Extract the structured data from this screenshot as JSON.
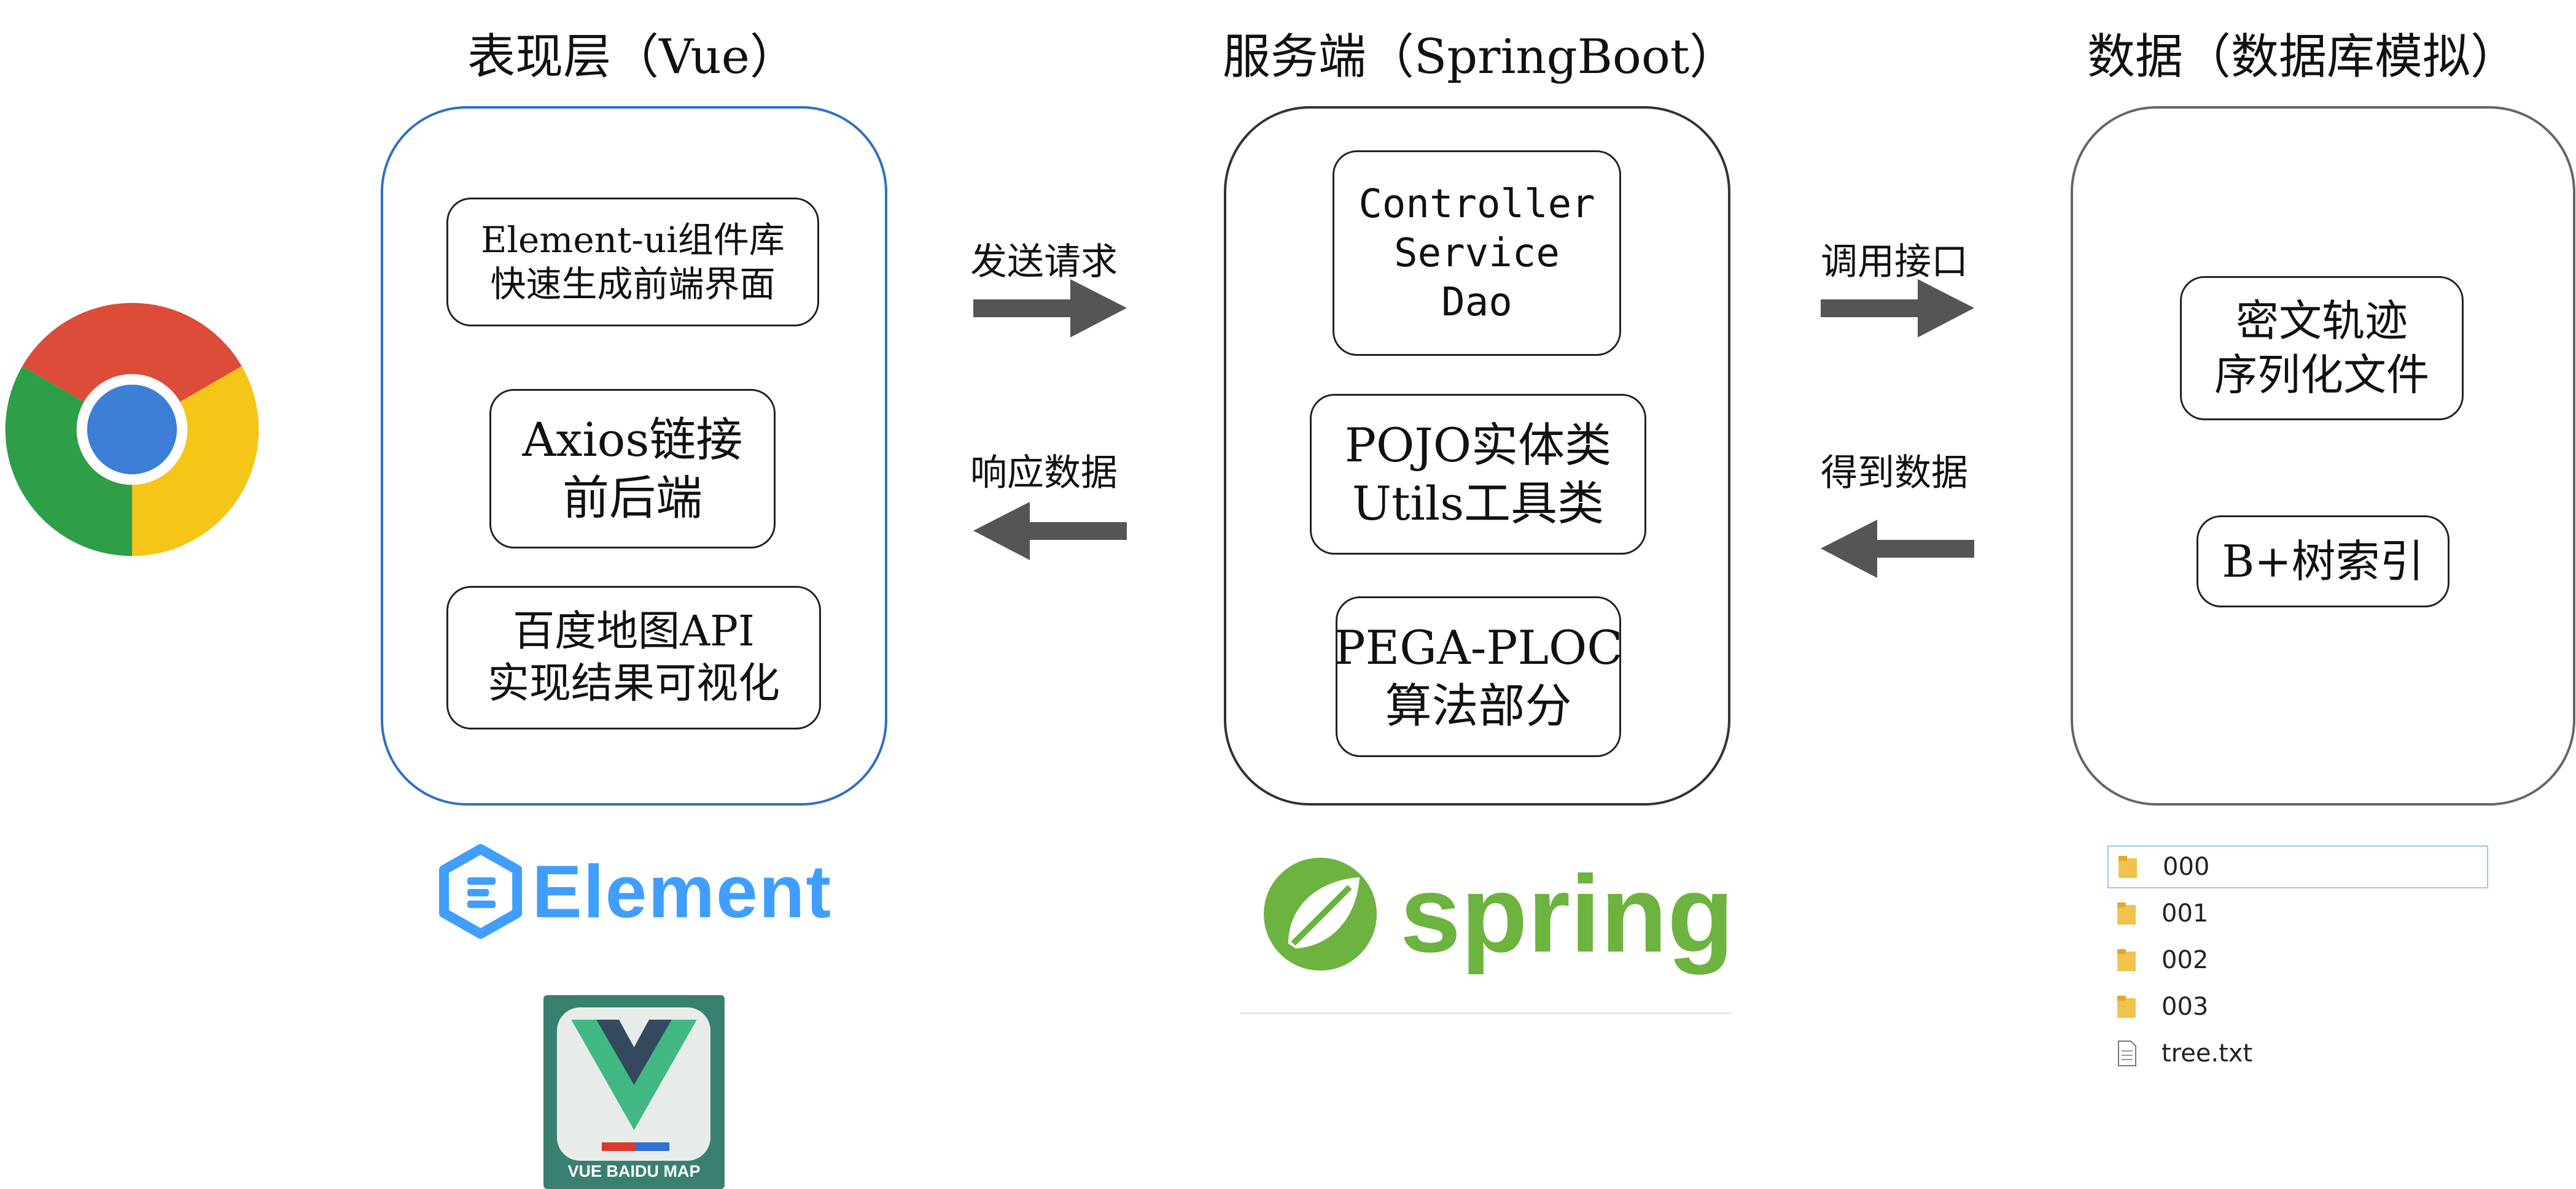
{
  "columns": {
    "presentation": {
      "title": "表现层（Vue）",
      "boxes": [
        {
          "line1": "Element-ui组件库",
          "line2": "快速生成前端界面"
        },
        {
          "line1": "Axios链接",
          "line2": "前后端"
        },
        {
          "line1": "百度地图API",
          "line2": "实现结果可视化"
        }
      ]
    },
    "server": {
      "title": "服务端（SpringBoot）",
      "boxes": [
        {
          "line1": "Controller",
          "line2": "Service",
          "line3": "Dao"
        },
        {
          "line1": "POJO实体类",
          "line2": "Utils工具类"
        },
        {
          "line1": "PEGA-PLOC",
          "line2": "算法部分"
        }
      ]
    },
    "data": {
      "title": "数据（数据库模拟）",
      "boxes": [
        {
          "line1": "密文轨迹",
          "line2": "序列化文件"
        },
        {
          "line1": "B+树索引"
        }
      ]
    }
  },
  "arrows": {
    "send_request": "发送请求",
    "response_data": "响应数据",
    "call_interface": "调用接口",
    "get_data": "得到数据"
  },
  "logos": {
    "element": "Element",
    "spring": "spring",
    "vue_baidu_map": "VUE BAIDU MAP"
  },
  "file_list": [
    {
      "name": "000",
      "type": "folder"
    },
    {
      "name": "001",
      "type": "folder"
    },
    {
      "name": "002",
      "type": "folder"
    },
    {
      "name": "003",
      "type": "folder"
    },
    {
      "name": "tree.txt",
      "type": "file"
    }
  ],
  "colors": {
    "blue_border": "#2f6fc6",
    "arrow_gray": "#555555",
    "element_blue": "#409eff",
    "spring_green": "#6db33f",
    "folder_yellow": "#f2c24f"
  }
}
